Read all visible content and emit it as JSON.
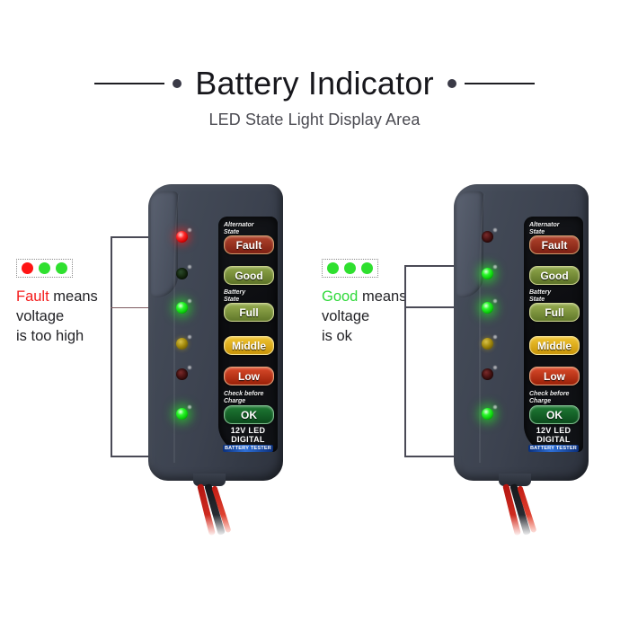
{
  "header": {
    "title": "Battery Indicator",
    "subtitle": "LED State Light Display Area"
  },
  "annotations": {
    "left": {
      "legend_dots": [
        "#ff1414",
        "#2fe02f",
        "#2fe02f"
      ],
      "keyword": "Fault",
      "keyword_color": "#f41b1b",
      "line1_rest": " means",
      "line2": "voltage",
      "line3": "is too high"
    },
    "right": {
      "legend_dots": [
        "#2fe02f",
        "#2fe02f",
        "#2fe02f"
      ],
      "keyword": "Good",
      "keyword_color": "#2fd93a",
      "line1_rest": " means",
      "line2": "voltage",
      "line3": "is ok"
    }
  },
  "device": {
    "captions": {
      "alternator": "Alternator\nState",
      "battery": "Battery\nState",
      "check": "Check before\nCharge"
    },
    "badges": {
      "fault": "Fault",
      "good": "Good",
      "full": "Full",
      "middle": "Middle",
      "low": "Low",
      "ok": "OK"
    },
    "model_line1": "12V LED",
    "model_line2": "DIGITAL",
    "brand_bar": "BATTERY TESTER"
  },
  "led_states": {
    "left_device": [
      "on-red",
      "off-green",
      "on-green",
      "off-yellow",
      "off-red",
      "on-green"
    ],
    "right_device": [
      "off-red",
      "on-green",
      "on-green",
      "off-yellow",
      "off-red",
      "on-green"
    ]
  }
}
